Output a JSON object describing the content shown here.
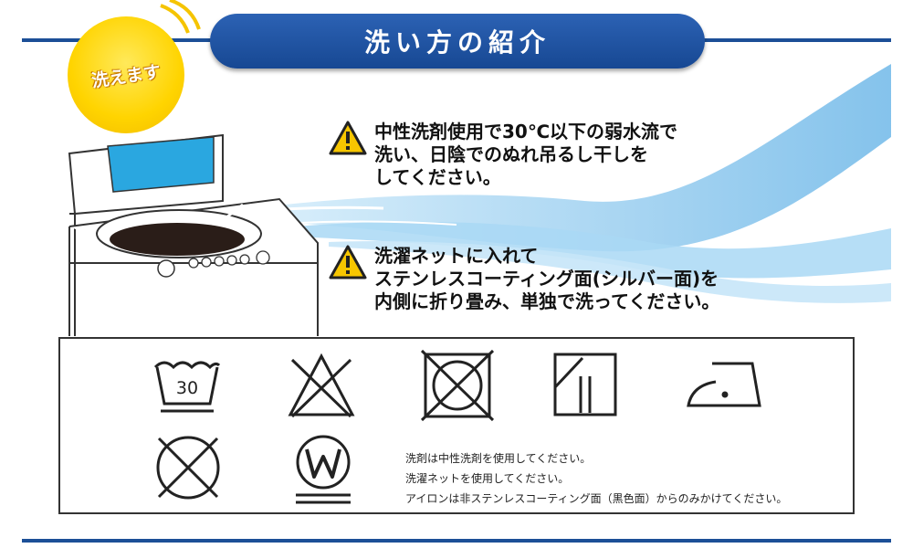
{
  "header": {
    "title": "洗い方の紹介",
    "badge_text": "洗えます"
  },
  "notices": [
    {
      "icon": "warning-icon",
      "lines": [
        "中性洗剤使用で30℃以下の弱水流で",
        "洗い、日陰でのぬれ吊るし干しを",
        "してください。"
      ]
    },
    {
      "icon": "warning-icon",
      "lines": [
        "洗濯ネットに入れて",
        "ステンレスコーティング面(シルバー面)を",
        "内側に折り畳み、単独で洗ってください。"
      ]
    }
  ],
  "care_symbols": {
    "wash_temperature": "30",
    "icons": [
      "wash-tub-30-icon",
      "no-bleach-icon",
      "no-tumble-dry-icon",
      "line-dry-shade-icon",
      "iron-low-icon",
      "no-dry-clean-icon",
      "wet-clean-icon"
    ],
    "notes": [
      "洗剤は中性洗剤を使用してください。",
      "洗濯ネットを使用してください。",
      "アイロンは非ステンレスコーティング面（黒色面）からのみかけてください。"
    ]
  },
  "colors": {
    "brand_blue": "#1c4f97",
    "badge_yellow": "#ffd400",
    "wave_blue": "#8fc9ef",
    "warning_yellow": "#f7c600"
  }
}
